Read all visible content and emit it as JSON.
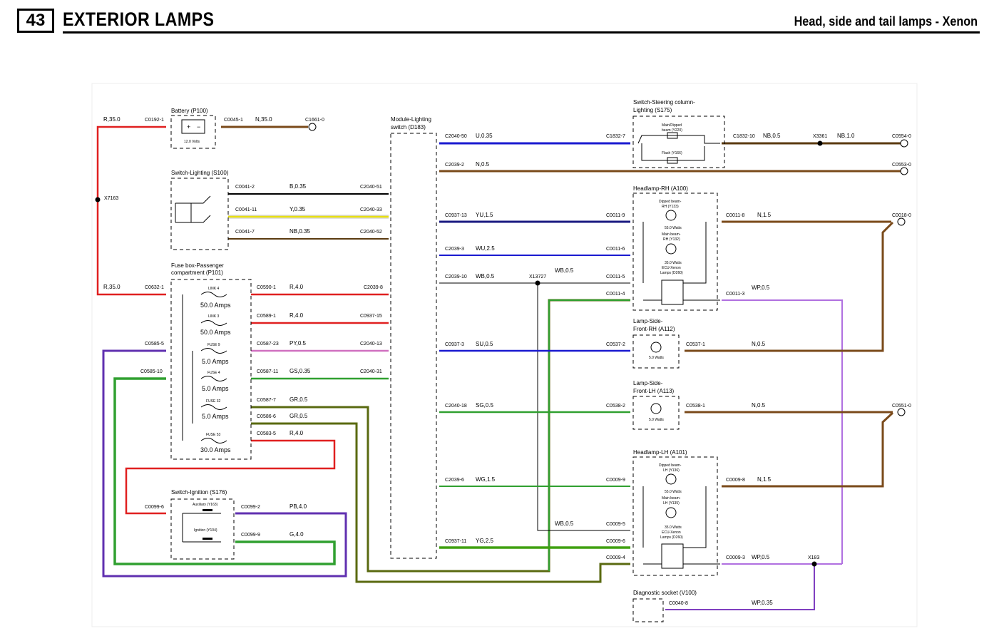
{
  "header": {
    "page_number": "43",
    "title": "EXTERIOR LAMPS",
    "subtitle": "Head, side and tail lamps - Xenon"
  },
  "colors": {
    "red": "#e02020",
    "brown": "#7a4a1a",
    "black": "#000000",
    "yellow": "#e8e010",
    "blue": "#1a1ad0",
    "green": "#30a030",
    "purple": "#b070e0",
    "dark_purple": "#6030b0",
    "olive": "#5a6a10",
    "pink": "#d070c0"
  },
  "components": {
    "battery": {
      "name": "Battery (P100)",
      "voltage": "12.0 Volts"
    },
    "switch_lighting": {
      "name": "Switch-Lighting (S100)"
    },
    "fuse_box": {
      "name": "Fuse box-Passenger",
      "name2": "compartment (P101)"
    },
    "switch_ignition": {
      "name": "Switch-Ignition (S176)",
      "aux": "Auxiliary (Y163)",
      "ign": "Ignition (Y104)"
    },
    "module": {
      "name": "Module-Lighting",
      "name2": "switch (D183)"
    },
    "steering": {
      "name": "Switch-Steering column-",
      "name2": "Lighting (S175)",
      "main": "Main/Dipped",
      "main2": "beam (Y220)",
      "flash": "Flash (Y166)"
    },
    "headlamp_rh": {
      "name": "Headlamp-RH (A100)",
      "dip": "Dipped beam-",
      "dip2": "RH (Y133)",
      "w1": "55.0 Watts",
      "main": "Main beam-",
      "main2": "RH (Y132)",
      "w2": "35.0 Watts",
      "ecu": "ECU-Xenon",
      "ecu2": "Lamps (D260)"
    },
    "side_rh": {
      "name": "Lamp-Side-",
      "name2": "Front-RH (A112)",
      "w": "5.0 Watts"
    },
    "side_lh": {
      "name": "Lamp-Side-",
      "name2": "Front-LH (A113)",
      "w": "5.0 Watts"
    },
    "headlamp_lh": {
      "name": "Headlamp-LH (A101)",
      "dip": "Dipped beam-",
      "dip2": "LH (Y136)",
      "w1": "55.0 Watts",
      "main": "Main beam-",
      "main2": "LH (Y135)",
      "w2": "35.0 Watts",
      "ecu": "ECU-Xenon",
      "ecu2": "Lamps (D260)"
    },
    "diag": {
      "name": "Diagnostic socket (V100)"
    }
  },
  "fuses": [
    {
      "name": "LINK 4",
      "rating": "50.0 Amps"
    },
    {
      "name": "LINK 3",
      "rating": "50.0 Amps"
    },
    {
      "name": "FUSE 9",
      "rating": "5.0 Amps"
    },
    {
      "name": "FUSE 4",
      "rating": "5.0 Amps"
    },
    {
      "name": "FUSE 32",
      "rating": "5.0 Amps"
    },
    {
      "name": "FUSE 53",
      "rating": "30.0 Amps"
    }
  ],
  "connectors": {
    "c0192_1": "C0192-1",
    "c0045_1": "C0045-1",
    "c1661_0": "C1661-0",
    "x7163": "X7163",
    "c0041_2": "C0041-2",
    "c2040_51": "C2040-51",
    "c0041_11": "C0041-11",
    "c2040_33": "C2040-33",
    "c0041_7": "C0041-7",
    "c2040_52": "C2040-52",
    "c0632_1": "C0632-1",
    "c0590_1": "C0590-1",
    "c2039_8": "C2039-8",
    "c0589_1": "C0589-1",
    "c0937_15": "C0937-15",
    "c0585_5": "C0585-5",
    "c0587_23": "C0587-23",
    "c2040_13": "C2040-13",
    "c0585_10": "C0585-10",
    "c0587_11": "C0587-11",
    "c2040_31": "C2040-31",
    "c0587_7": "C0587-7",
    "c0586_6": "C0586-6",
    "c0583_5": "C0583-5",
    "c0099_6": "C0099-6",
    "c0099_2": "C0099-2",
    "c0099_9": "C0099-9",
    "c2040_50": "C2040-50",
    "c1832_7": "C1832-7",
    "c1832_10": "C1832-10",
    "x3361": "X3361",
    "c0554_0": "C0554-0",
    "c2039_2": "C2039-2",
    "c0553_0": "C0553-0",
    "c0937_13": "C0937-13",
    "c0011_9": "C0011-9",
    "c0011_8": "C0011-8",
    "c0018_0": "C0018-0",
    "c2039_3": "C2039-3",
    "c0011_6": "C0011-6",
    "c2039_10": "C2039-10",
    "x13727": "X13727",
    "c0011_5": "C0011-5",
    "c0011_4": "C0011-4",
    "c0011_3": "C0011-3",
    "c0937_3": "C0937-3",
    "c0537_2": "C0537-2",
    "c0537_1": "C0537-1",
    "c2040_18": "C2040-18",
    "c0538_2": "C0538-2",
    "c0538_1": "C0538-1",
    "c0551_0": "C0551-0",
    "c2039_6": "C2039-6",
    "c0009_9": "C0009-9",
    "c0009_8": "C0009-8",
    "c0009_5": "C0009-5",
    "c0937_11": "C0937-11",
    "c0009_6": "C0009-6",
    "c0009_4": "C0009-4",
    "c0009_3": "C0009-3",
    "x183": "X183",
    "c0040_8": "C0040-8"
  },
  "wires": {
    "r35a": "R,35.0",
    "n35": "N,35.0",
    "b035": "B,0.35",
    "y035": "Y,0.35",
    "nb035": "NB,0.35",
    "r35b": "R,35.0",
    "r4a": "R,4.0",
    "r4b": "R,4.0",
    "py05": "PY,0.5",
    "gs035": "GS,0.35",
    "gr05a": "GR,0.5",
    "gr05b": "GR,0.5",
    "r4c": "R,4.0",
    "pb4": "PB,4.0",
    "g4": "G,4.0",
    "u035": "U,0.35",
    "nb05": "NB,0.5",
    "nb1": "NB,1.0",
    "n05a": "N,0.5",
    "yu15": "YU,1.5",
    "n15a": "N,1.5",
    "wu25": "WU,2.5",
    "wb05a": "WB,0.5",
    "wb05b": "WB,0.5",
    "wp05a": "WP,0.5",
    "su05": "SU,0.5",
    "n05b": "N,0.5",
    "sg05": "SG,0.5",
    "n05c": "N,0.5",
    "wg15": "WG,1.5",
    "n15b": "N,1.5",
    "wb05c": "WB,0.5",
    "yg25": "YG,2.5",
    "wp05b": "WP,0.5",
    "wp035": "WP,0.35"
  }
}
